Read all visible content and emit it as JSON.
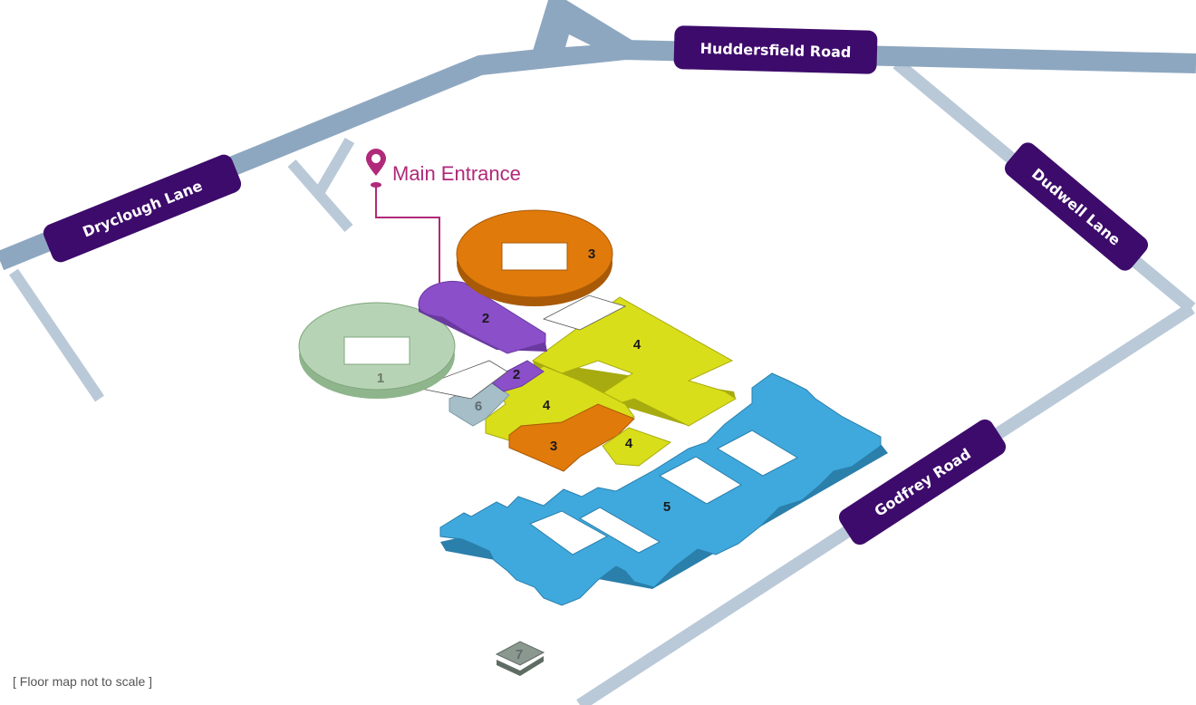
{
  "colors": {
    "road_major": "#8ea7c0",
    "road_minor": "#b9c9d8",
    "pill": "#3d0b6b",
    "entrance": "#b0297a",
    "zone1": "#b7d3b5",
    "zone2": "#8b4fc9",
    "zone3": "#e07a0b",
    "zone4": "#d9de1a",
    "zone5": "#3fa9dd",
    "zone6": "#a5bec8",
    "zone7": "#8a988f"
  },
  "roads": {
    "huddersfield": "Huddersfield Road",
    "dryclough": "Dryclough Lane",
    "dudwell": "Dudwell Lane",
    "godfrey": "Godfrey Road"
  },
  "entrance": {
    "label": "Main Entrance",
    "icon": "map-pin-icon"
  },
  "zones": {
    "z1": "1",
    "z2a": "2",
    "z2b": "2",
    "z3a": "3",
    "z3b": "3",
    "z4a": "4",
    "z4b": "4",
    "z4c": "4",
    "z5": "5",
    "z6": "6",
    "z7": "7"
  },
  "footer": {
    "note": "[ Floor map not to scale ]"
  }
}
